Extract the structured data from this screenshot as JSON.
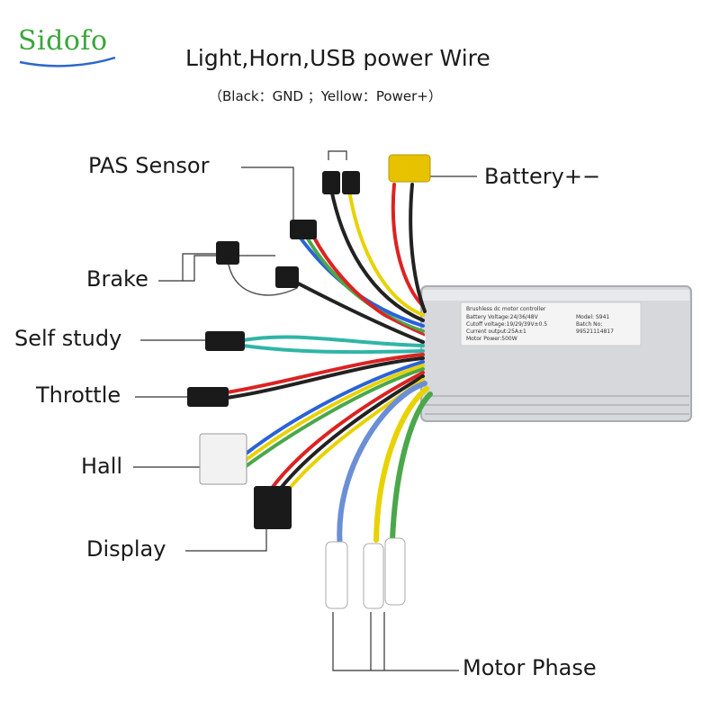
{
  "brand": {
    "name": "Sidofo",
    "color": "#3aa63a"
  },
  "title": "Light,Horn,USB power Wire",
  "subtitle": "（Black：GND ；Yellow：Power+）",
  "labels": {
    "pas": "PAS Sensor",
    "battery": "Battery+−",
    "brake": "Brake",
    "self_study": "Self study",
    "throttle": "Throttle",
    "hall": "Hall",
    "display": "Display",
    "motor_phase": "Motor Phase"
  },
  "controller": {
    "line1": "Brushless dc motor controller",
    "line2": "Battery Voltage:24/36/48V",
    "line3": "Model: S941",
    "line4": "Cutoff voltage:19/29/39V±0.5",
    "line5": "Batch No:",
    "line6": "Current output:25A±1",
    "line7": "Motor Power:500W",
    "serial": "99521114817"
  }
}
